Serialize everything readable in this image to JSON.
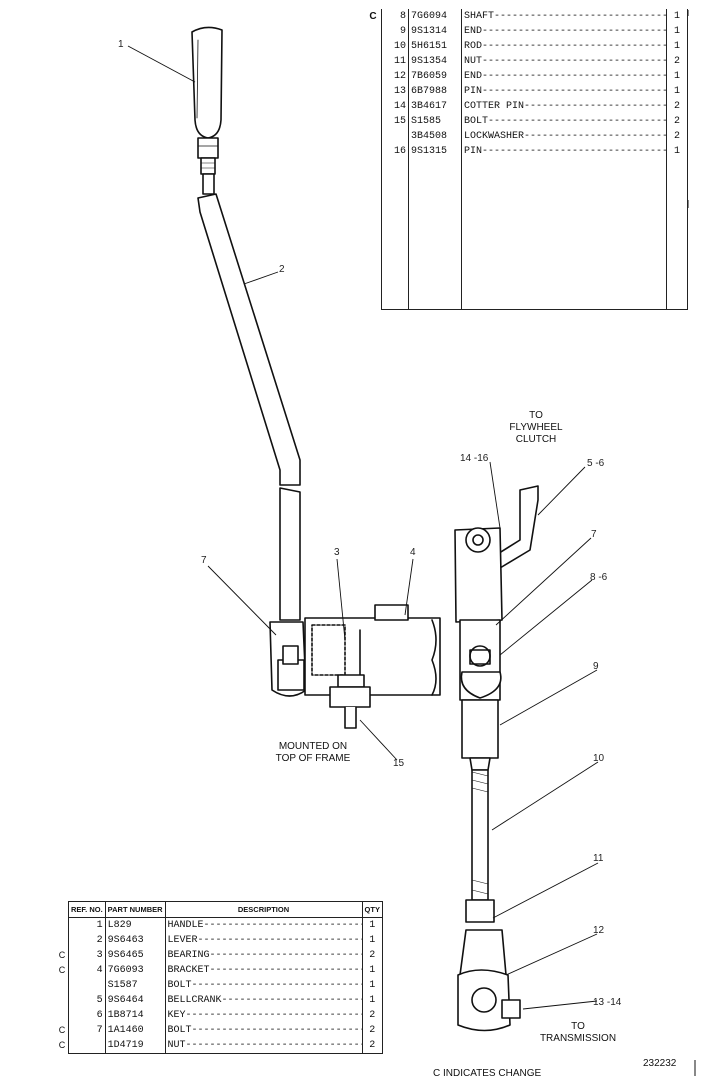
{
  "parts_top": [
    {
      "change": "C",
      "ref": "8",
      "part": "7G6094",
      "desc": "SHAFT",
      "qty": "1"
    },
    {
      "change": "",
      "ref": "9",
      "part": "9S1314",
      "desc": "END",
      "qty": "1"
    },
    {
      "change": "",
      "ref": "10",
      "part": "5H6151",
      "desc": "ROD",
      "qty": "1"
    },
    {
      "change": "",
      "ref": "11",
      "part": "9S1354",
      "desc": "NUT",
      "qty": "2"
    },
    {
      "change": "",
      "ref": "12",
      "part": "7B6059",
      "desc": "END",
      "qty": "1"
    },
    {
      "change": "",
      "ref": "13",
      "part": "6B7988",
      "desc": "PIN",
      "qty": "1"
    },
    {
      "change": "",
      "ref": "14",
      "part": "3B4617",
      "desc": "COTTER PIN",
      "qty": "2"
    },
    {
      "change": "",
      "ref": "15",
      "part": "S1585",
      "desc": "BOLT",
      "qty": "2"
    },
    {
      "change": "",
      "ref": "",
      "part": "3B4508",
      "desc": "LOCKWASHER",
      "qty": "2"
    },
    {
      "change": "",
      "ref": "16",
      "part": "9S1315",
      "desc": "PIN",
      "qty": "1"
    }
  ],
  "parts_bottom_headers": {
    "ref": "REF. NO.",
    "part": "PART NUMBER",
    "desc": "DESCRIPTION",
    "qty": "QTY"
  },
  "parts_bottom": [
    {
      "change": "",
      "ref": "1",
      "part": "L829",
      "desc": "HANDLE",
      "qty": "1"
    },
    {
      "change": "",
      "ref": "2",
      "part": "9S6463",
      "desc": "LEVER",
      "qty": "1"
    },
    {
      "change": "C",
      "ref": "3",
      "part": "9S6465",
      "desc": "BEARING",
      "qty": "2"
    },
    {
      "change": "C",
      "ref": "4",
      "part": "7G6093",
      "desc": "BRACKET",
      "qty": "1"
    },
    {
      "change": "",
      "ref": "",
      "part": "S1587",
      "desc": "BOLT",
      "qty": "1"
    },
    {
      "change": "",
      "ref": "5",
      "part": "9S6464",
      "desc": "BELLCRANK",
      "qty": "1"
    },
    {
      "change": "",
      "ref": "6",
      "part": "1B8714",
      "desc": "KEY",
      "qty": "2"
    },
    {
      "change": "C",
      "ref": "7",
      "part": "1A1460",
      "desc": "BOLT",
      "qty": "2"
    },
    {
      "change": "C",
      "ref": "",
      "part": "1D4719",
      "desc": "NUT",
      "qty": "2"
    }
  ],
  "callouts": {
    "c1": "1",
    "c2": "2",
    "c3": "3",
    "c4": "4",
    "c7a": "7",
    "c15": "15",
    "c1416": "14 -16",
    "c56": "5 -6",
    "c7b": "7",
    "c86": "8 -6",
    "c9": "9",
    "c10": "10",
    "c11": "11",
    "c12": "12",
    "c1314": "13 -14"
  },
  "notes": {
    "flywheel_l1": "TO",
    "flywheel_l2": "FLYWHEEL",
    "flywheel_l3": "CLUTCH",
    "mounted_l1": "MOUNTED ON",
    "mounted_l2": "TOP OF FRAME",
    "transmission_l1": "TO",
    "transmission_l2": "TRANSMISSION",
    "change_note": "C INDICATES CHANGE",
    "drawing_number": "232232"
  }
}
